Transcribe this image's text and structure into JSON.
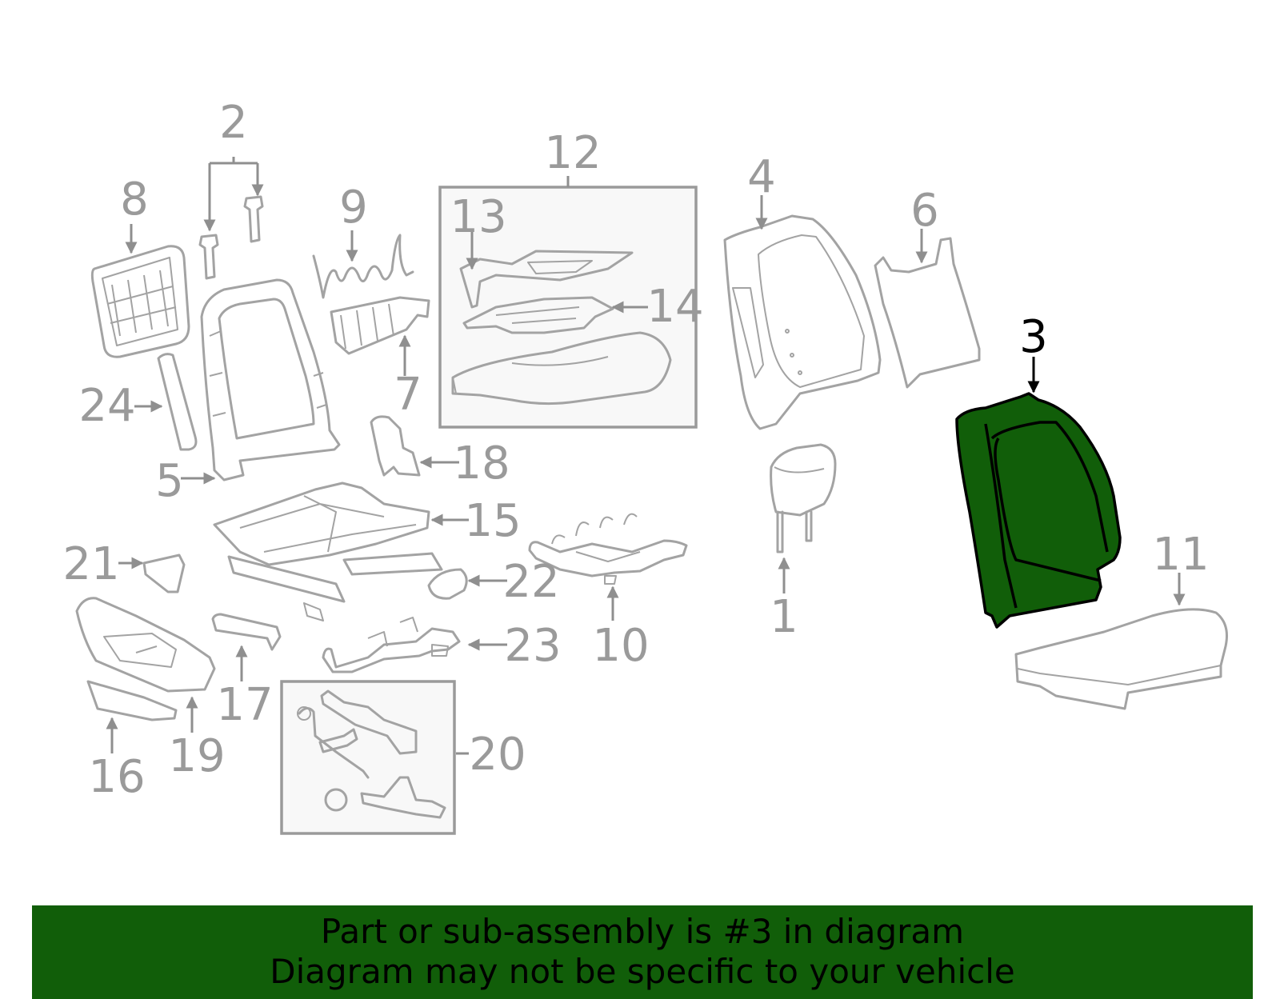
{
  "callouts": [
    {
      "id": "1",
      "label": "1"
    },
    {
      "id": "2",
      "label": "2"
    },
    {
      "id": "3",
      "label": "3",
      "highlighted": true
    },
    {
      "id": "4",
      "label": "4"
    },
    {
      "id": "5",
      "label": "5"
    },
    {
      "id": "6",
      "label": "6"
    },
    {
      "id": "7",
      "label": "7"
    },
    {
      "id": "8",
      "label": "8"
    },
    {
      "id": "9",
      "label": "9"
    },
    {
      "id": "10",
      "label": "10"
    },
    {
      "id": "11",
      "label": "11"
    },
    {
      "id": "12",
      "label": "12"
    },
    {
      "id": "13",
      "label": "13"
    },
    {
      "id": "14",
      "label": "14"
    },
    {
      "id": "15",
      "label": "15"
    },
    {
      "id": "16",
      "label": "16"
    },
    {
      "id": "17",
      "label": "17"
    },
    {
      "id": "18",
      "label": "18"
    },
    {
      "id": "19",
      "label": "19"
    },
    {
      "id": "20",
      "label": "20"
    },
    {
      "id": "21",
      "label": "21"
    },
    {
      "id": "22",
      "label": "22"
    },
    {
      "id": "23",
      "label": "23"
    },
    {
      "id": "24",
      "label": "24"
    }
  ],
  "banner": {
    "line1": "Part or sub-assembly is #3 in diagram",
    "line2": "Diagram may not be specific to your vehicle"
  },
  "colors": {
    "highlight_fill": "#115e09",
    "part_stroke": "#a3a3a3",
    "callout_text": "#9a9a9a",
    "highlight_text": "#000000",
    "banner_bg": "#115e09"
  }
}
